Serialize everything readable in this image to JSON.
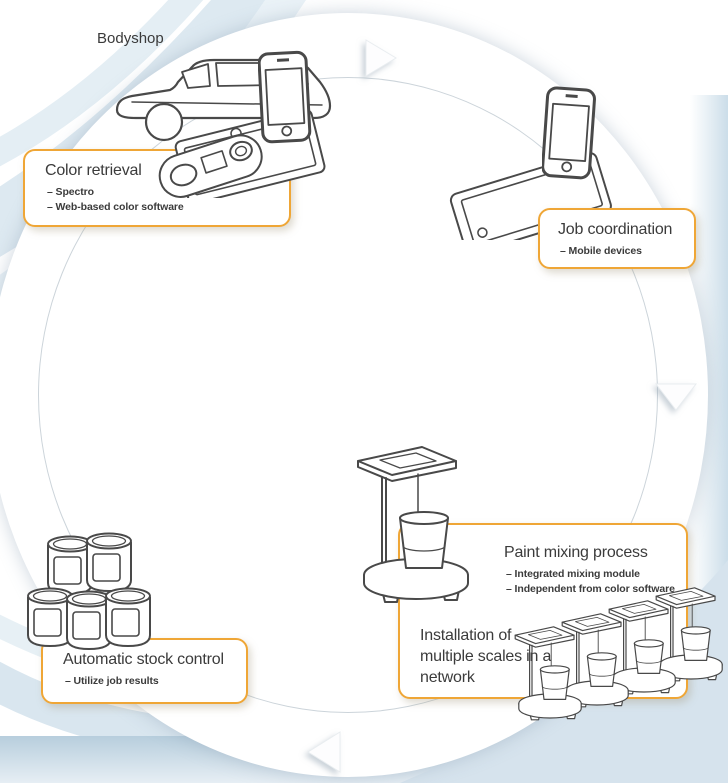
{
  "diagram": {
    "title_label": "Bodyshop",
    "flow_direction": "clockwise",
    "callouts": {
      "color_retrieval": {
        "title": "Color retrieval",
        "bullets": [
          "– Spectro",
          "– Web-based color software"
        ]
      },
      "job_coordination": {
        "title": "Job coordination",
        "bullets": [
          "– Mobile devices"
        ]
      },
      "paint_mixing": {
        "title": "Paint mixing process",
        "bullets": [
          "– Integrated mixing module",
          "– Independent from color software"
        ],
        "note": "Installation of multiple scales in a network"
      },
      "stock_control": {
        "title": "Automatic stock control",
        "bullets": [
          "– Utilize job results"
        ]
      }
    },
    "arrows": [
      {
        "name": "flow-arrow-top",
        "direction": "right"
      },
      {
        "name": "flow-arrow-right",
        "direction": "down"
      },
      {
        "name": "flow-arrow-bottom",
        "direction": "left"
      }
    ],
    "illustrations": [
      {
        "name": "car-with-color-tools",
        "elements": [
          "car",
          "smartphone",
          "spectrophotometer",
          "tablet"
        ]
      },
      {
        "name": "mobile-devices",
        "elements": [
          "tablet",
          "smartphone"
        ]
      },
      {
        "name": "mixing-scale-with-cup",
        "elements": [
          "scale",
          "paint-cup"
        ]
      },
      {
        "name": "networked-scales",
        "elements": [
          "scale",
          "scale",
          "scale",
          "scale"
        ]
      },
      {
        "name": "paint-can-stack",
        "elements": [
          "can",
          "can",
          "can",
          "can",
          "can"
        ]
      }
    ],
    "colors": {
      "accent_orange": "#EFA636",
      "text": "#3B3B3B",
      "line_art": "#494949",
      "background_blue": "#CFE0EA"
    }
  }
}
